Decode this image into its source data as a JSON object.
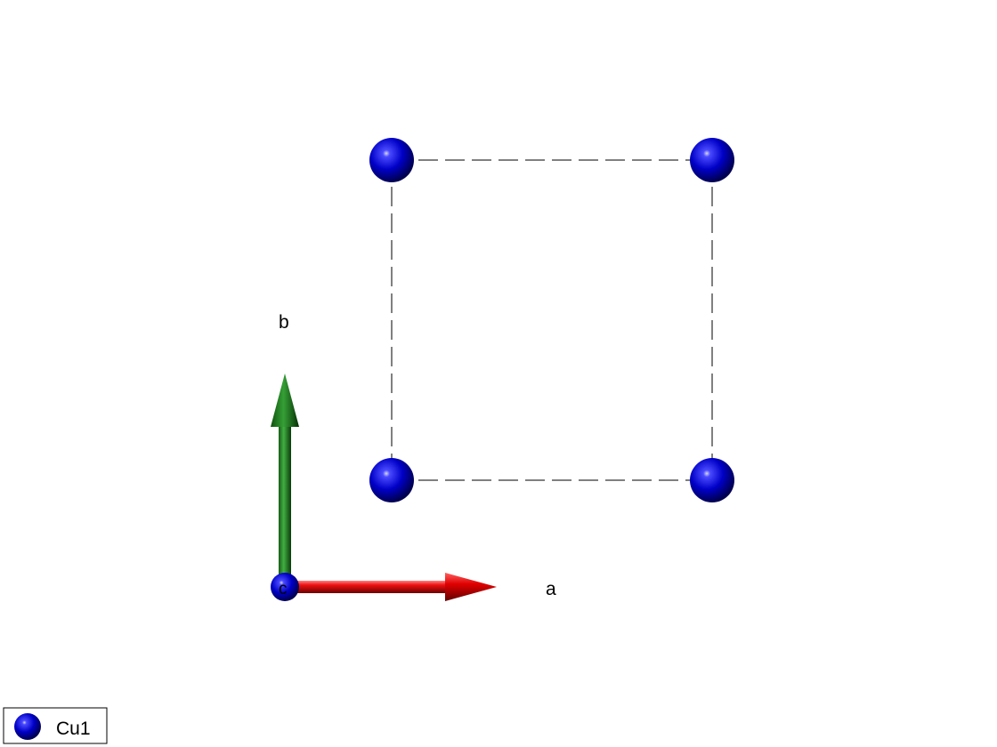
{
  "axes": {
    "a_label": "a",
    "b_label": "b",
    "c_label": "c",
    "a_color": "#cc0000",
    "b_color": "#0a7a0a",
    "c_color": "#1010b0"
  },
  "atoms": {
    "color": "#0000cc",
    "positions": [
      {
        "frac_a": 0,
        "frac_b": 0
      },
      {
        "frac_a": 1,
        "frac_b": 0
      },
      {
        "frac_a": 0,
        "frac_b": 1
      },
      {
        "frac_a": 1,
        "frac_b": 1
      }
    ]
  },
  "unit_cell": {
    "edge_color": "#808080",
    "edge_style": "dashed"
  },
  "legend": {
    "items": [
      {
        "label": "Cu1",
        "color": "#0000cc"
      }
    ]
  }
}
